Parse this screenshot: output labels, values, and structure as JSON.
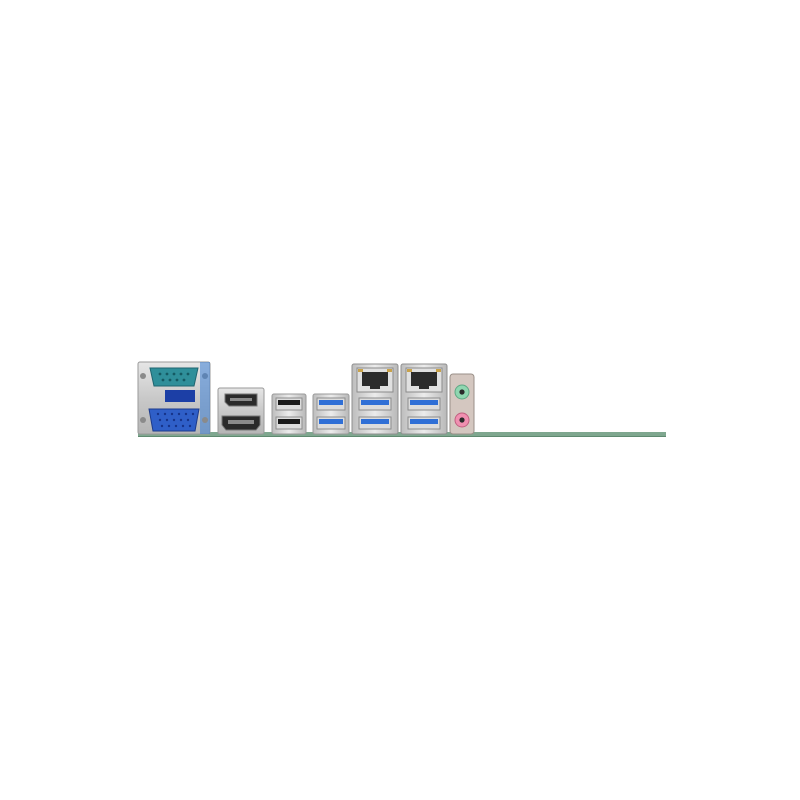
{
  "photo": {
    "subject": "motherboard-rear-io-panel",
    "background": "#ffffff",
    "pcb_color": "#7fa78f",
    "port_groups": [
      {
        "id": "serial-and-vga",
        "ports": [
          "serial-port-db9",
          "vga-port-db15"
        ],
        "colors": [
          "#2f8f9a",
          "#2f5fc8"
        ]
      },
      {
        "id": "displayport-and-hdmi",
        "ports": [
          "displayport",
          "hdmi-port"
        ]
      },
      {
        "id": "usb2-stack",
        "ports": [
          "usb2-port",
          "usb2-port"
        ],
        "color": "#1a1a1a"
      },
      {
        "id": "usb3-stack",
        "ports": [
          "usb3-port",
          "usb3-port"
        ],
        "color": "#2f6fd6"
      },
      {
        "id": "lan-usb3-stack-1",
        "ports": [
          "rj45-port",
          "usb3-port",
          "usb3-port"
        ]
      },
      {
        "id": "lan-usb3-stack-2",
        "ports": [
          "rj45-port",
          "usb3-port",
          "usb3-port"
        ]
      },
      {
        "id": "audio-jacks",
        "ports": [
          "line-out-jack",
          "mic-in-jack"
        ],
        "colors": [
          "#8fd6b0",
          "#f08fb0"
        ]
      }
    ]
  }
}
